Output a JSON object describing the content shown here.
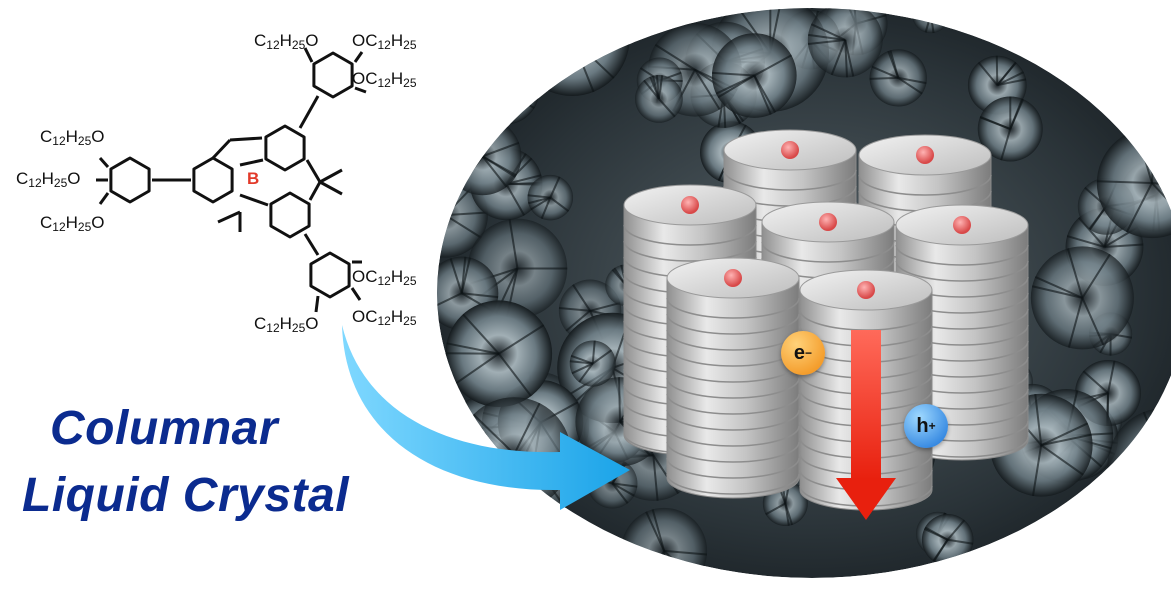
{
  "title": {
    "line1": "Columnar",
    "line2": "Liquid Crystal"
  },
  "molecule": {
    "central_atom": "B",
    "substituents": [
      {
        "prefix": "C",
        "n": "12",
        "h": "H",
        "m": "25",
        "suffix": "O"
      },
      {
        "prefix": "OC",
        "n": "12",
        "h": "H",
        "m": "25",
        "suffix": ""
      },
      {
        "prefix": "OC",
        "n": "12",
        "h": "H",
        "m": "25",
        "suffix": ""
      },
      {
        "prefix": "C",
        "n": "12",
        "h": "H",
        "m": "25",
        "suffix": "O"
      },
      {
        "prefix": "C",
        "n": "12",
        "h": "H",
        "m": "25",
        "suffix": "O"
      },
      {
        "prefix": "C",
        "n": "12",
        "h": "H",
        "m": "25",
        "suffix": "O"
      },
      {
        "prefix": "OC",
        "n": "12",
        "h": "H",
        "m": "25",
        "suffix": ""
      },
      {
        "prefix": "OC",
        "n": "12",
        "h": "H",
        "m": "25",
        "suffix": ""
      },
      {
        "prefix": "C",
        "n": "12",
        "h": "H",
        "m": "25",
        "suffix": "O"
      }
    ]
  },
  "carriers": {
    "electron": {
      "base": "e",
      "charge": "−",
      "color": "#f39a1e"
    },
    "hole": {
      "base": "h",
      "charge": "+",
      "color": "#1f8fe6"
    }
  },
  "colors": {
    "title": "#0b2b8f",
    "boron": "#e23a2a",
    "arrow_big": "#29b6f6",
    "arrow_red": "#e8321e",
    "column": "#c9c9c9",
    "column_dot": "#e86060"
  }
}
